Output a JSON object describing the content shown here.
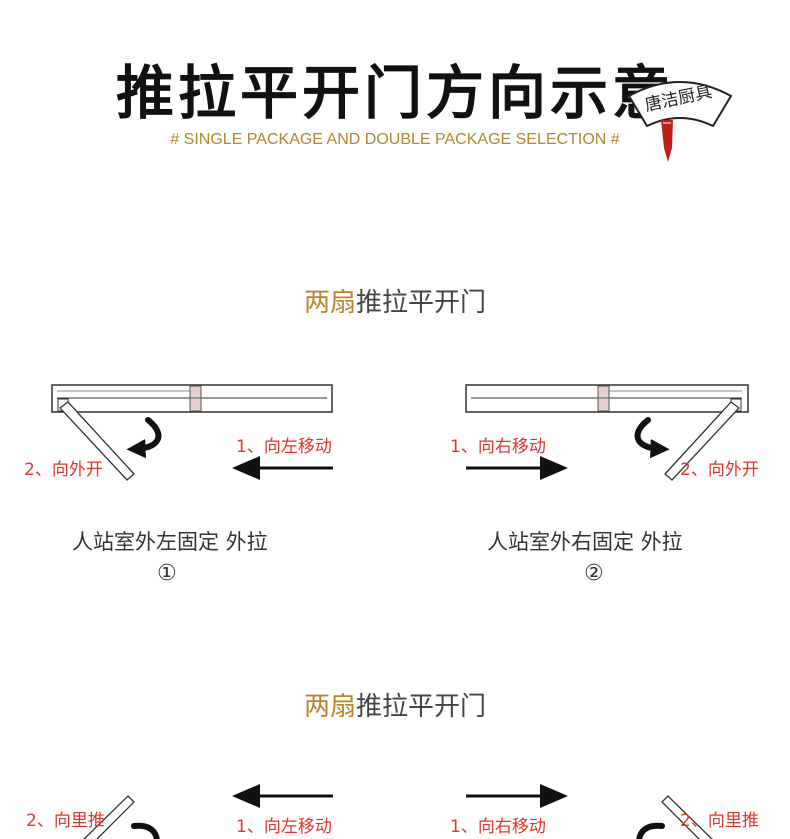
{
  "header": {
    "title": "推拉平开门方向示意",
    "subtitle": "# SINGLE PACKAGE AND DOUBLE PACKAGE SELECTION #",
    "seal_text": "唐洁厨具"
  },
  "sections": [
    {
      "title_highlight": "两扇",
      "title_rest": "推拉平开门",
      "left": {
        "move_label": "1、向左移动",
        "open_label": "2、向外开",
        "caption": "人站室外左固定 外拉",
        "number": "①"
      },
      "right": {
        "move_label": "1、向右移动",
        "open_label": "2、向外开",
        "caption": "人站室外右固定 外拉",
        "number": "②"
      }
    },
    {
      "title_highlight": "两扇",
      "title_rest": "推拉平开门",
      "left": {
        "move_label": "1、向左移动",
        "open_label": "2、向里推"
      },
      "right": {
        "move_label": "1、向右移动",
        "open_label": "2、向里推"
      }
    }
  ],
  "colors": {
    "title": "#111111",
    "accent_gold": "#b5842f",
    "label_red": "#e0352b",
    "seal_red": "#c0201a",
    "door_joint": "#e8cfcf"
  }
}
